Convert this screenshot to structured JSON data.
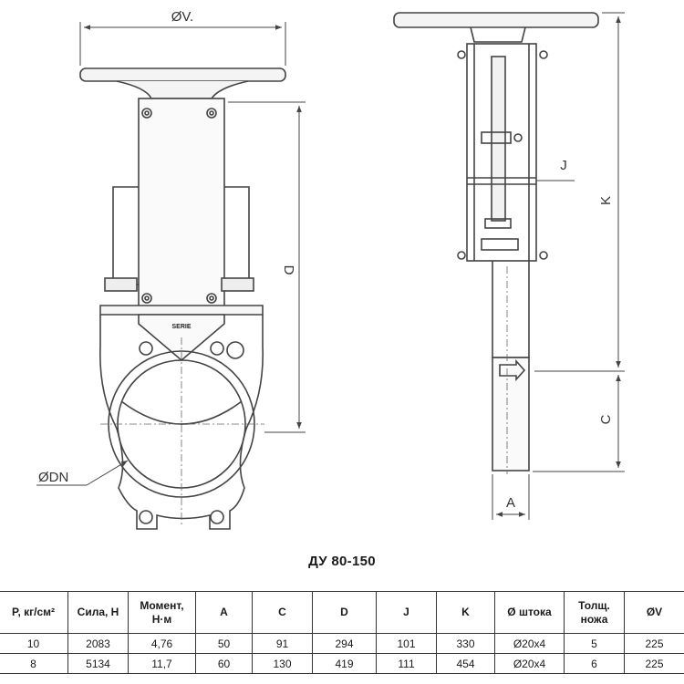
{
  "drawing": {
    "dimensions": {
      "v": "ØV.",
      "d": "D",
      "dn": "ØDN",
      "k": "K",
      "c": "C",
      "j": "J",
      "a": "A"
    },
    "plate_text": "SERIE"
  },
  "caption": "ДУ 80-150",
  "table": {
    "headers": [
      "P, кг/см²",
      "Сила, Н",
      "Момент, Н·м",
      "A",
      "C",
      "D",
      "J",
      "K",
      "Ø штока",
      "Толщ. ножа",
      "ØV"
    ],
    "rows": [
      [
        "10",
        "2083",
        "4,76",
        "50",
        "91",
        "294",
        "101",
        "330",
        "Ø20x4",
        "5",
        "225"
      ],
      [
        "8",
        "5134",
        "11,7",
        "60",
        "130",
        "419",
        "111",
        "454",
        "Ø20x4",
        "6",
        "225"
      ]
    ]
  }
}
